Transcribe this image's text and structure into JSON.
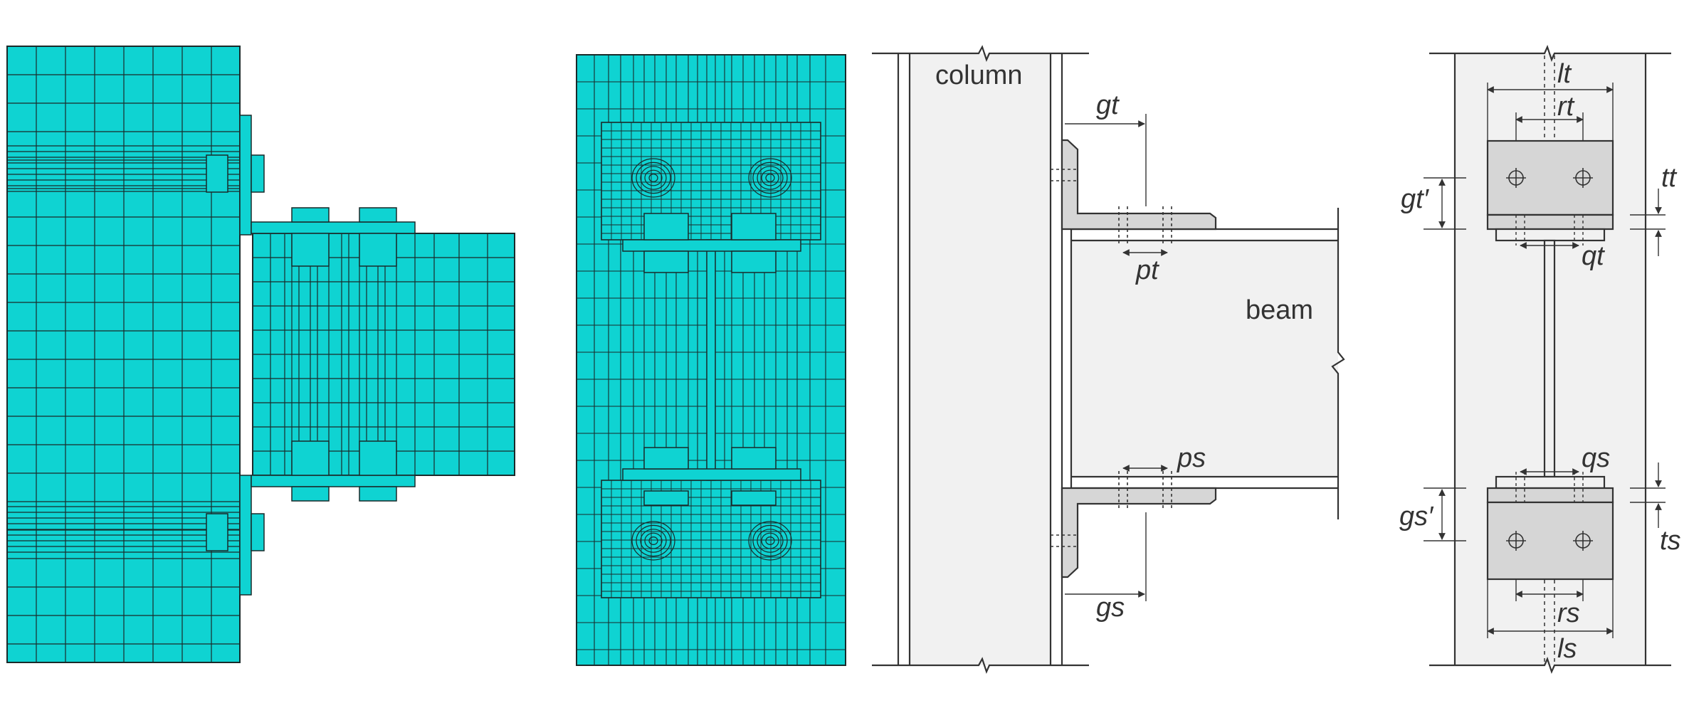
{
  "colors": {
    "mesh_fill": "#0fd3d2",
    "mesh_line": "#1a2a2a",
    "section_fill": "#f1f1f1",
    "cleat_fill": "#d6d6d6",
    "line": "#333333"
  },
  "mesh_views": {
    "elevation": {
      "name": "fe-mesh-side-elevation"
    },
    "front": {
      "name": "fe-mesh-front-view"
    }
  },
  "side_view": {
    "column_label": "column",
    "beam_label": "beam",
    "dims": {
      "gt": "gt",
      "pt": "pt",
      "ps": "ps",
      "gs": "gs"
    }
  },
  "front_view": {
    "dims": {
      "lt": "lt",
      "rt": "rt",
      "tt": "tt",
      "gt_prime": "gt′",
      "qt": "qt",
      "qs": "qs",
      "gs_prime": "gs′",
      "ts": "ts",
      "rs": "rs",
      "ls": "ls"
    }
  }
}
